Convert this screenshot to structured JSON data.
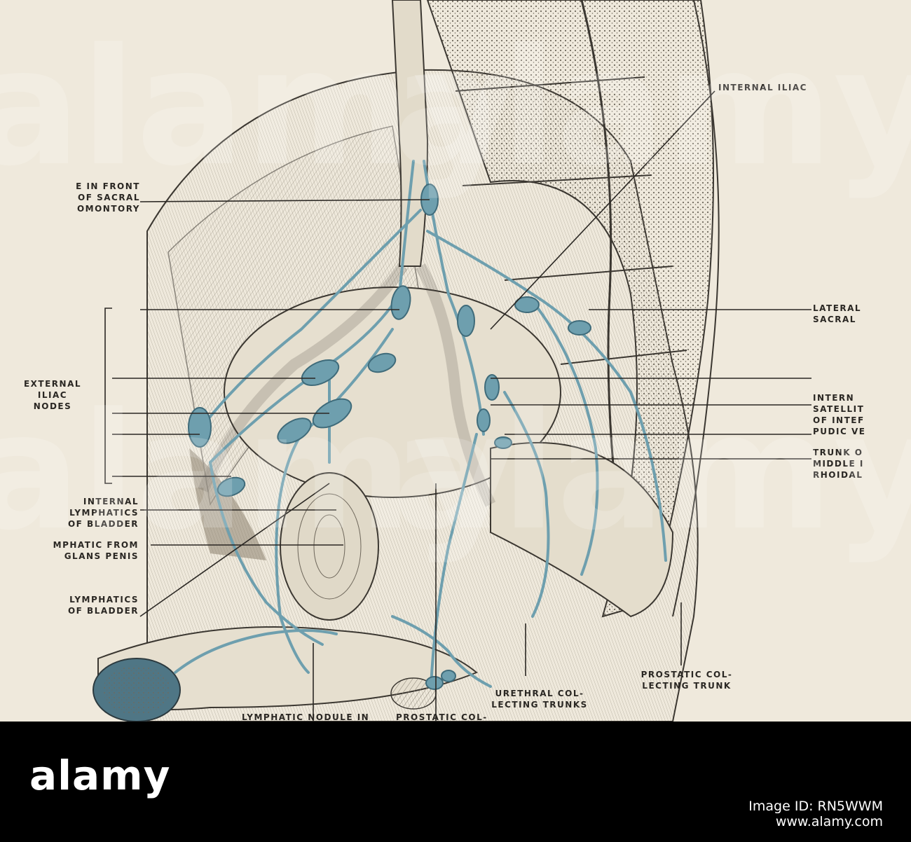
{
  "labels": {
    "internal_iliac": "INTERNAL ILIAC",
    "node_sacral_promontory": "E IN FRONT\nOF SACRAL\nOMONTORY",
    "lateral_sacral": "LATERAL\nSACRAL",
    "external_iliac_nodes": "EXTERNAL\nILIAC\nNODES",
    "internal_satellite": "INTERN\nSATELLIT\nOF INTEF\nPUDIC VE",
    "trunk_middle_hemorrhoidal": "TRUNK O\nMIDDLE I\nRHOIDAL",
    "internal_lymphatics_bladder": "INTERNAL\nLYMPHATICS\nOF BLADDER",
    "lymphatic_glans_penis": "MPHATIC FROM\nGLANS PENIS",
    "lymphatics_bladder": "LYMPHATICS\nOF BLADDER",
    "prostatic_trunk_right": "PROSTATIC COL-\nLECTING TRUNK",
    "urethral_trunks": "URETHRAL COL-\nLECTING TRUNKS",
    "lymphatic_nodule": "LYMPHATIC NODULE IN",
    "prostatic_bottom": "PROSTATIC COL-"
  },
  "watermark": "alamy",
  "footer": {
    "logo": "alamy",
    "image_id": "Image ID: RN5WWM",
    "site": "www.alamy.com"
  },
  "colors": {
    "paper": "#efe9dc",
    "ink": "#2a2723",
    "lymph": "#6e9fae",
    "lymph_dark": "#4d7f90"
  }
}
